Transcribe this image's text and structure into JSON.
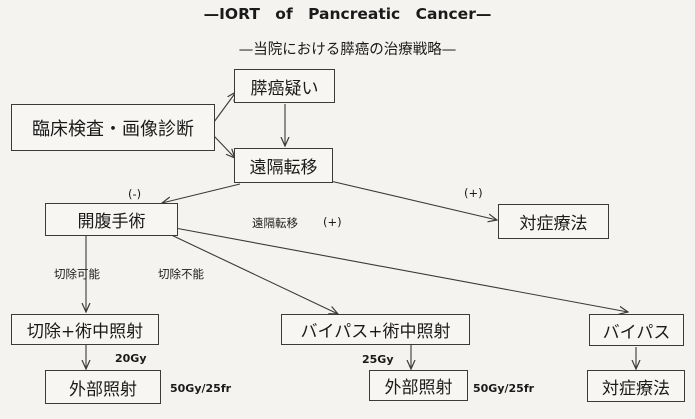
{
  "title": "—IORT   of   Pancreatic   Cancer—",
  "subtitle": "—当院における膵癌の治療戦略—",
  "nodes": {
    "suspected": "膵癌疑い",
    "exam": "臨床検査・画像診断",
    "metastasis": "遠隔転移",
    "laparotomy": "開腹手術",
    "palliative_top": "対症療法",
    "resection_iort": "切除+術中照射",
    "bypass_iort": "バイパス+術中照射",
    "bypass": "バイパス",
    "ebrt_left": "外部照射",
    "ebrt_mid": "外部照射",
    "palliative_bottom": "対症療法"
  },
  "labels": {
    "minus": "(-)",
    "plus": "(+)",
    "metastasis_plus_text": "遠隔転移",
    "metastasis_plus_sign": "(+)",
    "resectable": "切除可能",
    "unresectable": "切除不能",
    "dose_20": "20Gy",
    "dose_25": "25Gy",
    "ebrt_dose_left": "50Gy/25fr",
    "ebrt_dose_mid": "50Gy/25fr"
  }
}
